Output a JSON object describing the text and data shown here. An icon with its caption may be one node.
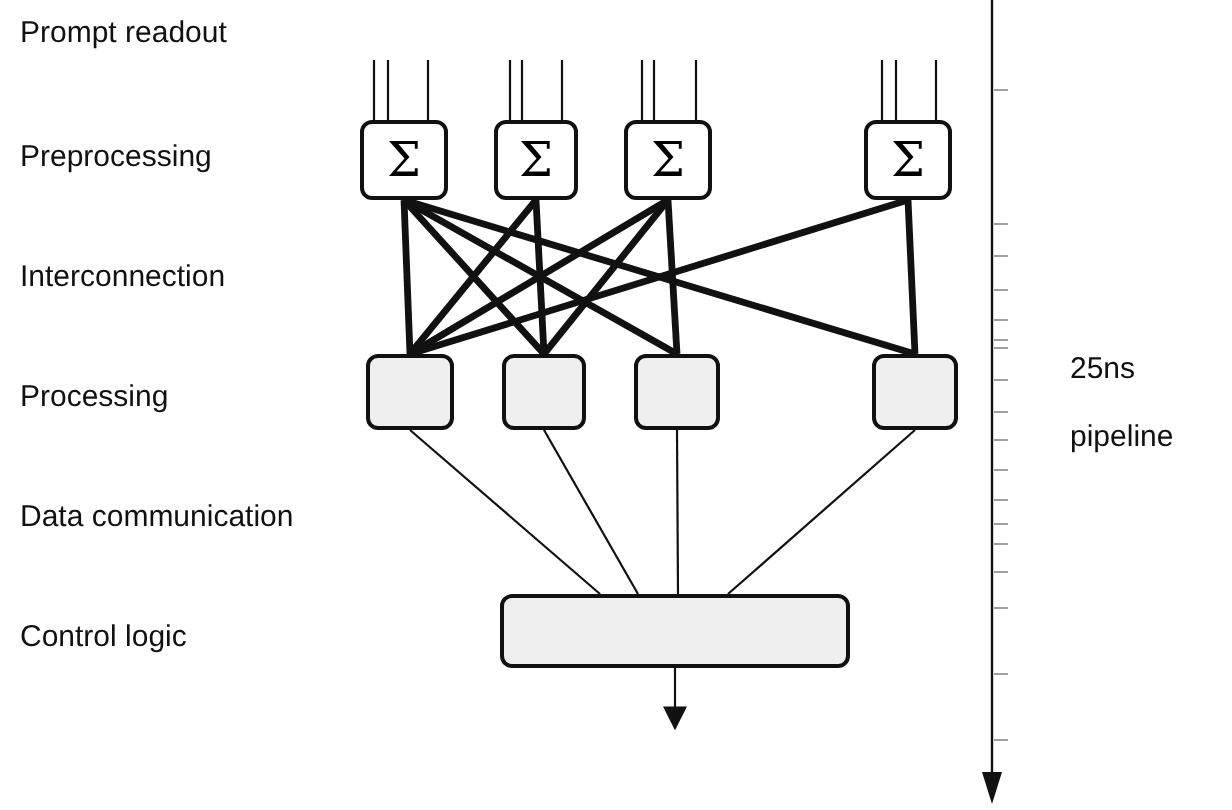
{
  "diagram": {
    "nodes": [
      {
        "text": [
          "Σ"
        ]
      },
      {
        "text": [
          "Σ"
        ]
      },
      {
        "text": [
          "Σ"
        ]
      },
      {
        "text": [
          "Σ"
        ]
      },
      {
        "text": [],
        "shape": "box"
      },
      {
        "text": [],
        "shape": "box"
      },
      {
        "text": [],
        "shape": "box"
      },
      {
        "text": [],
        "shape": "box"
      },
      {
        "text": [],
        "shape": "box"
      }
    ],
    "edges": [
      {
        "from": null,
        "to": 0,
        "arrow": "none"
      },
      {
        "from": null,
        "to": 0,
        "arrow": "none"
      },
      {
        "from": null,
        "to": 0,
        "arrow": "none"
      },
      {
        "from": null,
        "to": 1,
        "arrow": "none"
      },
      {
        "from": null,
        "to": 1,
        "arrow": "none"
      },
      {
        "from": null,
        "to": 1,
        "arrow": "none"
      },
      {
        "from": null,
        "to": 2,
        "arrow": "none"
      },
      {
        "from": null,
        "to": 2,
        "arrow": "none"
      },
      {
        "from": null,
        "to": 2,
        "arrow": "none"
      },
      {
        "from": null,
        "to": 3,
        "arrow": "none"
      },
      {
        "from": null,
        "to": 3,
        "arrow": "none"
      },
      {
        "from": null,
        "to": 3,
        "arrow": "none"
      },
      {
        "from": 0,
        "to": 4,
        "arrow": "none",
        "style": "thick"
      },
      {
        "from": 0,
        "to": 5,
        "arrow": "none",
        "style": "thick"
      },
      {
        "from": 0,
        "to": 6,
        "arrow": "none",
        "style": "thick"
      },
      {
        "from": 0,
        "to": 7,
        "arrow": "none",
        "style": "thick"
      },
      {
        "from": 1,
        "to": 4,
        "arrow": "none",
        "style": "thick"
      },
      {
        "from": 1,
        "to": 5,
        "arrow": "none",
        "style": "thick"
      },
      {
        "from": 2,
        "to": 4,
        "arrow": "none",
        "style": "thick"
      },
      {
        "from": 2,
        "to": 5,
        "arrow": "none",
        "style": "thick"
      },
      {
        "from": 2,
        "to": 6,
        "arrow": "none",
        "style": "thick"
      },
      {
        "from": 3,
        "to": 4,
        "arrow": "none",
        "style": "thick"
      },
      {
        "from": 3,
        "to": 7,
        "arrow": "none",
        "style": "thick"
      },
      {
        "from": 4,
        "to": 8,
        "arrow": "none"
      },
      {
        "from": 5,
        "to": 8,
        "arrow": "none"
      },
      {
        "from": 6,
        "to": 8,
        "arrow": "none"
      },
      {
        "from": 7,
        "to": 8,
        "arrow": "none"
      },
      {
        "from": 8,
        "to": null,
        "arrow": "to"
      }
    ],
    "labels": [
      "Prompt readout",
      "Preprocessing",
      "Interconnection",
      "Processing",
      "Data communication",
      "Control logic",
      "25ns pipeline"
    ]
  }
}
